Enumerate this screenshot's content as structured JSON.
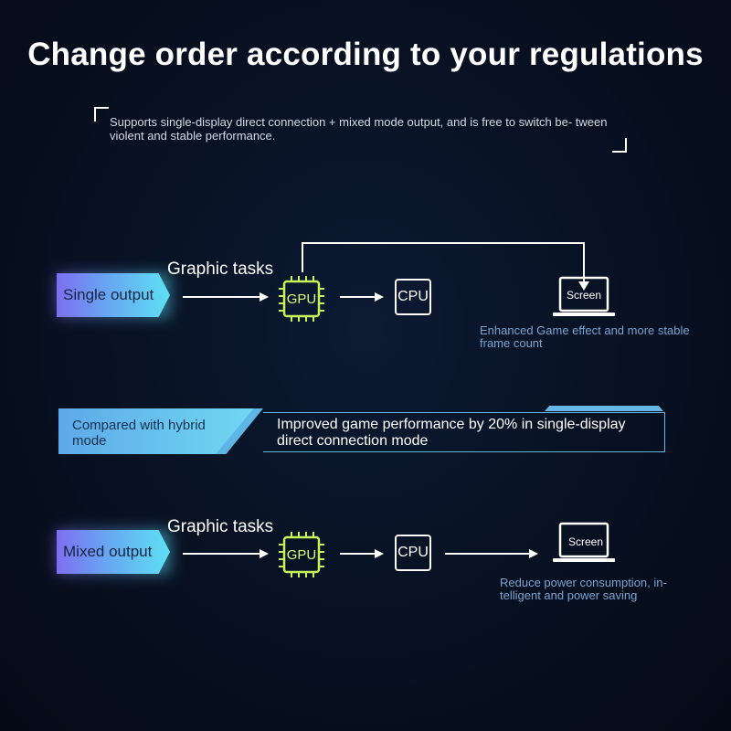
{
  "header": {
    "title": "Change order according to your regulations",
    "subtitle": "Supports single-display direct connection + mixed mode output, and is free to switch be- tween violent and stable performance."
  },
  "single": {
    "tag": "Single output",
    "task": "Graphic tasks",
    "gpu": "GPU",
    "cpu": "CPU",
    "screen": "Screen",
    "note": "Enhanced Game effect and more stable frame count"
  },
  "compare": {
    "left": "Compared with hybrid mode",
    "right": "Improved game performance by 20% in single-display direct connection mode"
  },
  "mixed": {
    "tag": "Mixed output",
    "task": "Graphic tasks",
    "gpu": "GPU",
    "cpu": "CPU",
    "screen": "Screen",
    "note": "Reduce power consumption, in- telligent and power saving"
  },
  "colors": {
    "chip": "#c8f25a",
    "accent": "#67b6e8",
    "background": "#081224"
  },
  "icons": [
    "chip-icon",
    "laptop-icon",
    "arrow-right-icon"
  ]
}
